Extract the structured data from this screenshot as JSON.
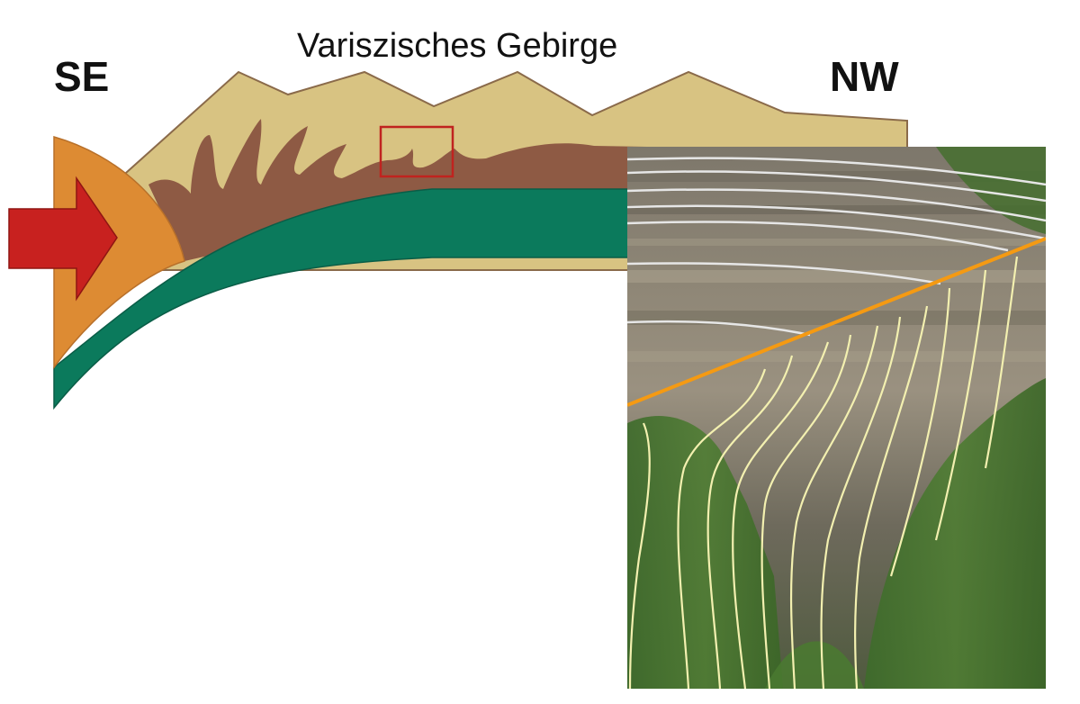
{
  "diagram": {
    "title": "Variszisches Gebirge",
    "direction_left": "SE",
    "direction_right": "NW"
  },
  "colors": {
    "mountain_fill": "#d8c382",
    "mountain_outline": "#8a6a4a",
    "folded_layer": "#8e5a44",
    "plate": "#0b7a5c",
    "plate_edge": "#0a5d47",
    "indenter": "#dd8b33",
    "arrow": "#c8211f",
    "highlight_box": "#c0231f",
    "thrust_line": "#f59a12",
    "bedding_upper": "#e6e6e6",
    "bedding_lower": "#f3f0b0"
  }
}
